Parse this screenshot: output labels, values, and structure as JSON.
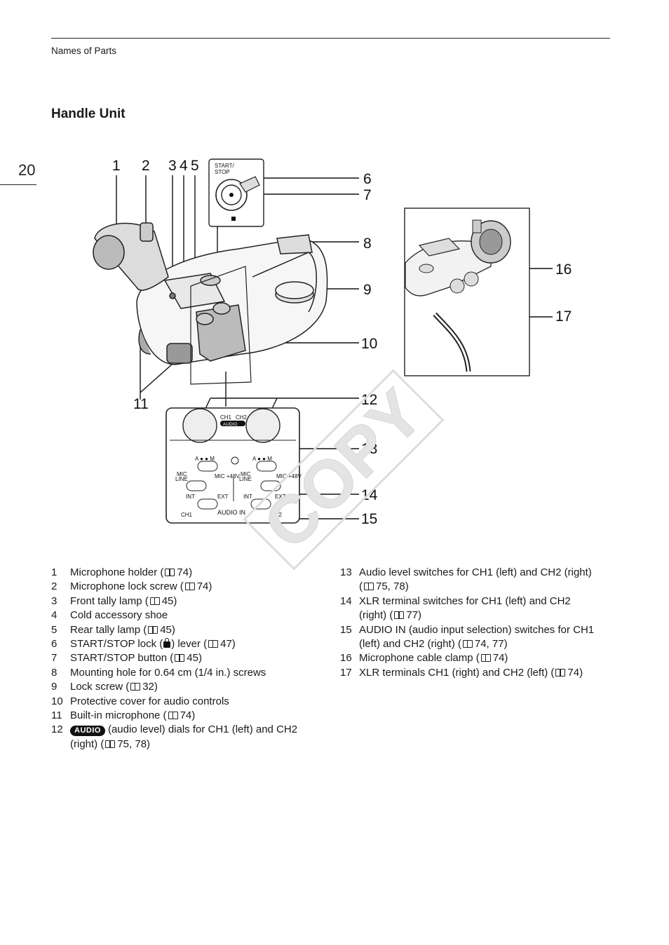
{
  "header": {
    "section_name": "Names of Parts",
    "page_number": "20"
  },
  "heading": "Handle Unit",
  "figure": {
    "callouts": [
      "1",
      "2",
      "3",
      "4",
      "5",
      "6",
      "7",
      "8",
      "9",
      "10",
      "11",
      "12",
      "13",
      "14",
      "15",
      "16",
      "17"
    ],
    "inset_labels": {
      "start_stop": "START/",
      "start_stop_2": "STOP",
      "ch1": "CH1",
      "ch2": "CH2",
      "audio": "AUDIO",
      "a_m": "A ● ● M",
      "mic": "MIC",
      "line": "LINE",
      "mic_48v": "MIC +48V",
      "int": "INT",
      "ext": "EXT",
      "audio_in": "AUDIO IN"
    }
  },
  "watermark": "COPY",
  "parts_left": [
    {
      "num": "1",
      "pre": "Microphone holder (",
      "ref": "74)"
    },
    {
      "num": "2",
      "pre": "Microphone lock screw (",
      "ref": "74)"
    },
    {
      "num": "3",
      "pre": "Front tally lamp (",
      "ref": "45)"
    },
    {
      "num": "4",
      "pre": "Cold accessory shoe",
      "ref": ""
    },
    {
      "num": "5",
      "pre": "Rear tally lamp (",
      "ref": "45)"
    },
    {
      "num": "6",
      "pre": "START/STOP lock (",
      "mid": ") lever (",
      "ref": "47)"
    },
    {
      "num": "7",
      "pre": "START/STOP button (",
      "ref": "45)"
    },
    {
      "num": "8",
      "pre": "Mounting hole for 0.64 cm (1/4 in.) screws",
      "ref": ""
    },
    {
      "num": "9",
      "pre": "Lock screw (",
      "ref": "32)"
    },
    {
      "num": "10",
      "pre": "Protective cover for audio controls",
      "ref": ""
    },
    {
      "num": "11",
      "pre": "Built-in microphone (",
      "ref": "74)"
    },
    {
      "num": "12",
      "badge": "AUDIO",
      "pre": "(audio level) dials for CH1 (left) and CH2",
      "line2": "(right) (",
      "ref": "75, 78)"
    }
  ],
  "parts_right": [
    {
      "num": "13",
      "pre": "Audio level switches for CH1 (left) and CH2 (right)",
      "line2": "(",
      "ref": "75, 78)"
    },
    {
      "num": "14",
      "pre": "XLR terminal switches for CH1 (left) and CH2",
      "line2": "(right) (",
      "ref": "77)"
    },
    {
      "num": "15",
      "pre": "AUDIO IN (audio input selection) switches for CH1",
      "line2": "(left) and CH2 (right) (",
      "ref": "74, 77)"
    },
    {
      "num": "16",
      "pre": "Microphone cable clamp (",
      "ref": "74)"
    },
    {
      "num": "17",
      "pre": "XLR terminals CH1 (right) and CH2 (left) (",
      "ref": "74)"
    }
  ]
}
